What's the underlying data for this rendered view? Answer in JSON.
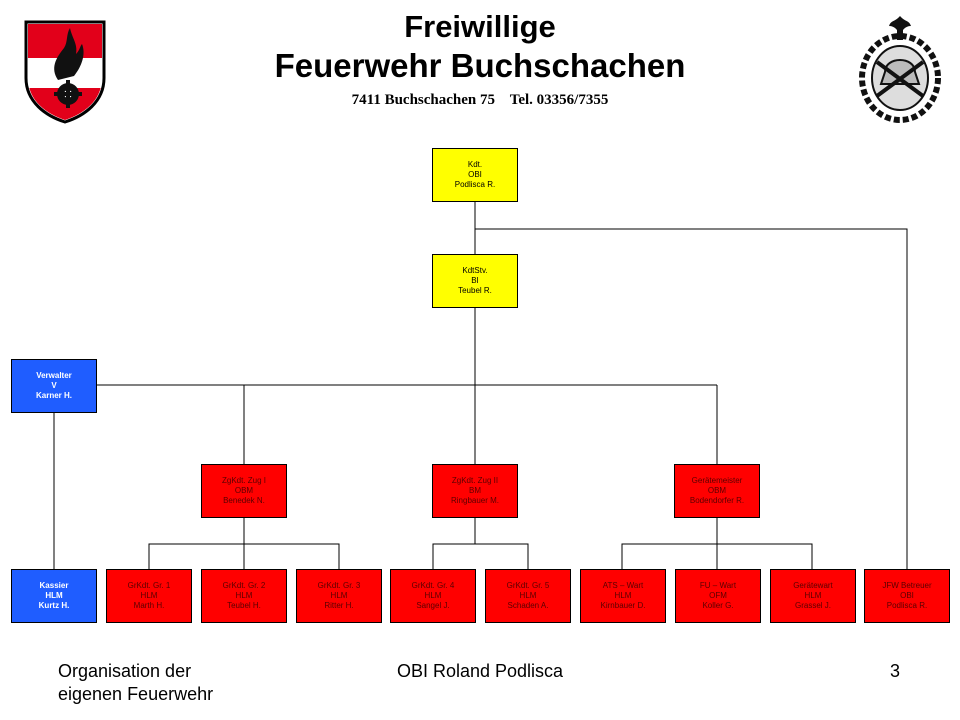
{
  "header": {
    "title_line1": "Freiwillige",
    "title_line2": "Feuerwehr Buchschachen",
    "address": "7411 Buchschachen 75    Tel. 03356/7355"
  },
  "colors": {
    "yellow": "#ffff00",
    "blue": "#1f5dff",
    "red": "#ff0000"
  },
  "org": {
    "kdt": [
      "Kdt.",
      "OBI",
      "Podlisca R."
    ],
    "kdtstv": [
      "KdtStv.",
      "BI",
      "Teubel R."
    ],
    "verwalter": [
      "Verwalter",
      "V",
      "Karner H."
    ],
    "kassier": [
      "Kassier",
      "HLM",
      "Kurtz H."
    ],
    "zug1": [
      "ZgKdt. Zug I",
      "OBM",
      "Benedek N."
    ],
    "zug2": [
      "ZgKdt. Zug II",
      "BM",
      "Ringbauer M."
    ],
    "geraetemeister": [
      "Gerätemeister",
      "OBM",
      "Bodendorfer R."
    ],
    "gr1": [
      "GrKdt. Gr. 1",
      "HLM",
      "Marth H."
    ],
    "gr2": [
      "GrKdt. Gr. 2",
      "HLM",
      "Teubel H."
    ],
    "gr3": [
      "GrKdt. Gr. 3",
      "HLM",
      "Ritter H."
    ],
    "gr4": [
      "GrKdt. Gr. 4",
      "HLM",
      "Sangel J."
    ],
    "gr5": [
      "GrKdt. Gr. 5",
      "HLM",
      "Schaden A."
    ],
    "ats": [
      "ATS – Wart",
      "HLM",
      "Kirnbauer D."
    ],
    "fu": [
      "FU – Wart",
      "OFM",
      "Koller G."
    ],
    "geraetewart": [
      "Gerätewart",
      "HLM",
      "Grassel J."
    ],
    "jfw": [
      "JFW Betreuer",
      "OBI",
      "Podlisca R."
    ]
  },
  "footer": {
    "left": "Organisation der eigenen Feuerwehr",
    "center": "OBI Roland Podlisca",
    "page": "3"
  }
}
